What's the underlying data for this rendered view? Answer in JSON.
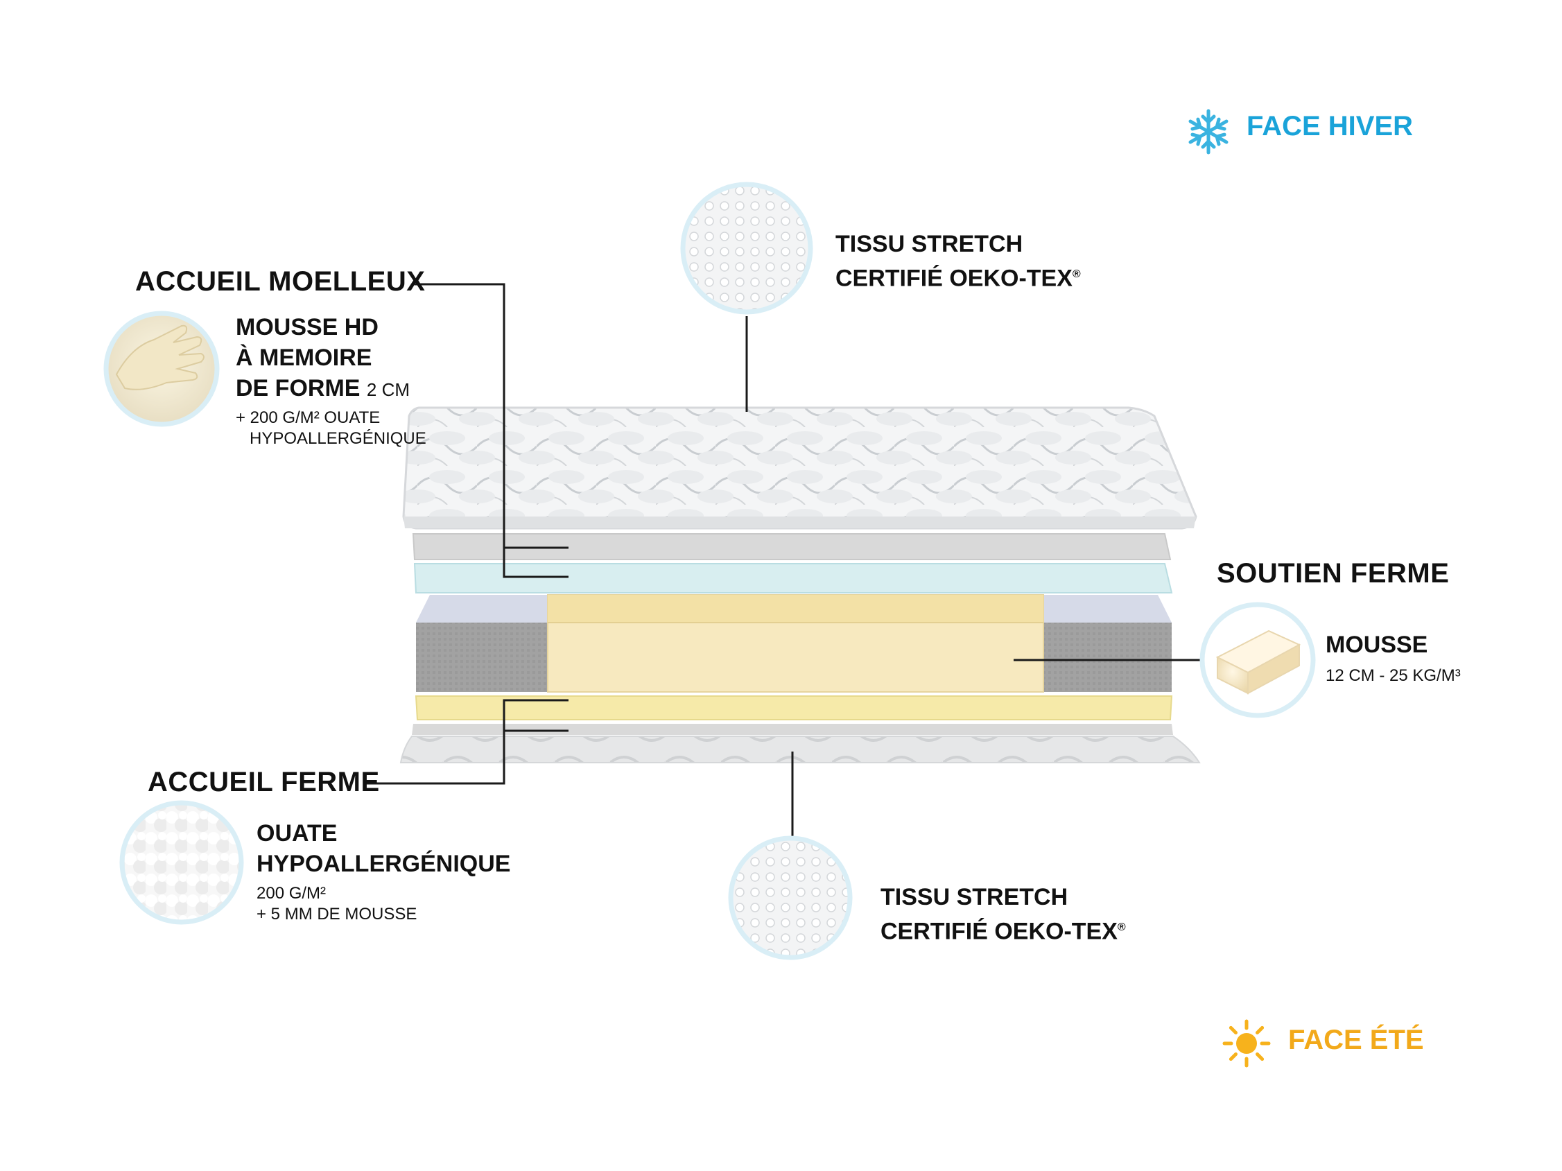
{
  "badges": {
    "winter_side": "FACE HIVER",
    "summer_side": "FACE ÉTÉ",
    "winter_icon": "snowflake-icon",
    "summer_icon": "sun-icon"
  },
  "top_fabric": {
    "title_line1": "TISSU STRETCH",
    "title_line2": "CERTIFIÉ OEKO-TEX",
    "trademark": "®"
  },
  "comfort_soft": {
    "heading": "ACCUEIL MOELLEUX",
    "line1": "MOUSSE HD",
    "line2": "À MEMOIRE",
    "line3": "DE FORME",
    "thickness": "2 CM",
    "extra1": "+ 200 G/M² OUATE",
    "extra2": "HYPOALLERGÉNIQUE"
  },
  "support": {
    "heading": "SOUTIEN FERME",
    "line1": "MOUSSE",
    "spec": "12 CM - 25 KG/M³"
  },
  "comfort_firm": {
    "heading": "ACCUEIL FERME",
    "line1": "OUATE",
    "line2": "HYPOALLERGÉNIQUE",
    "spec1": "200 G/M²",
    "spec2": "+ 5 MM DE MOUSSE"
  },
  "bottom_fabric": {
    "title_line1": "TISSU STRETCH",
    "title_line2": "CERTIFIÉ OEKO-TEX",
    "trademark": "®"
  },
  "colors": {
    "winter_blue": "#1aa3d9",
    "summer_orange": "#f2a91a",
    "foam_yellow": "#f7e9bf",
    "memory_blue": "#d8eef0",
    "side_grey": "#9c9c9c",
    "circle_ring": "#d9eef6"
  }
}
